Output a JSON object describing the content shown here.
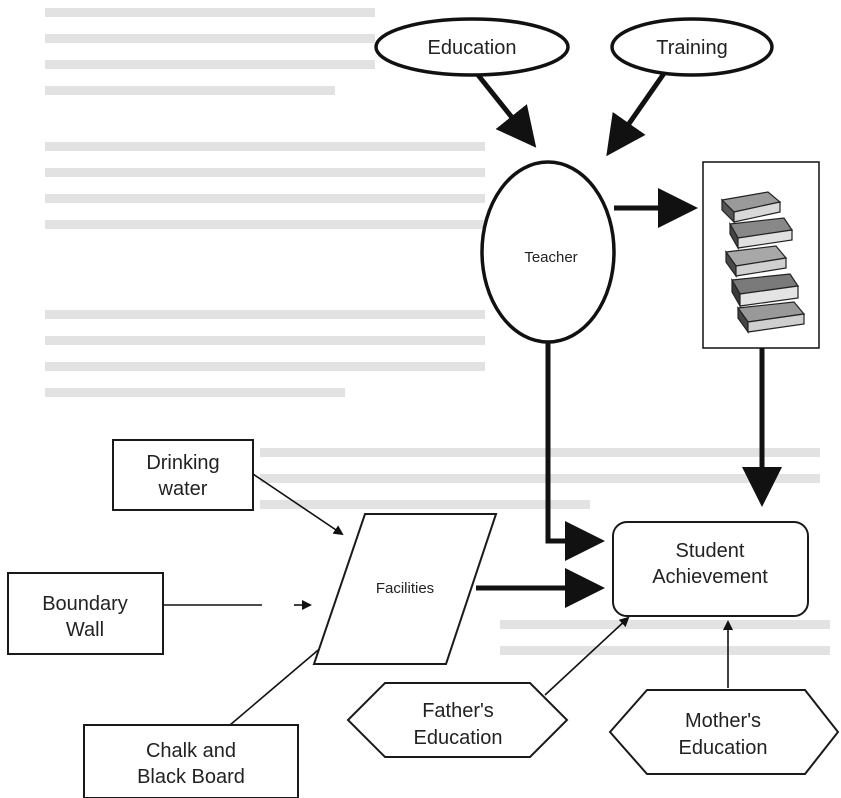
{
  "nodes": {
    "education": "Education",
    "training": "Training",
    "teacher": "Teacher",
    "drinking_water": [
      "Drinking",
      "water"
    ],
    "boundary_wall": [
      "Boundary",
      "Wall"
    ],
    "chalk_board": [
      "Chalk and",
      "Black Board"
    ],
    "facilities": "Facilities",
    "student_achievement": [
      "Student",
      "Achievement"
    ],
    "fathers_education": [
      "Father's",
      "Education"
    ],
    "mothers_education": [
      "Mother's",
      "Education"
    ]
  },
  "image": {
    "books_icon": "books-stack-icon"
  }
}
